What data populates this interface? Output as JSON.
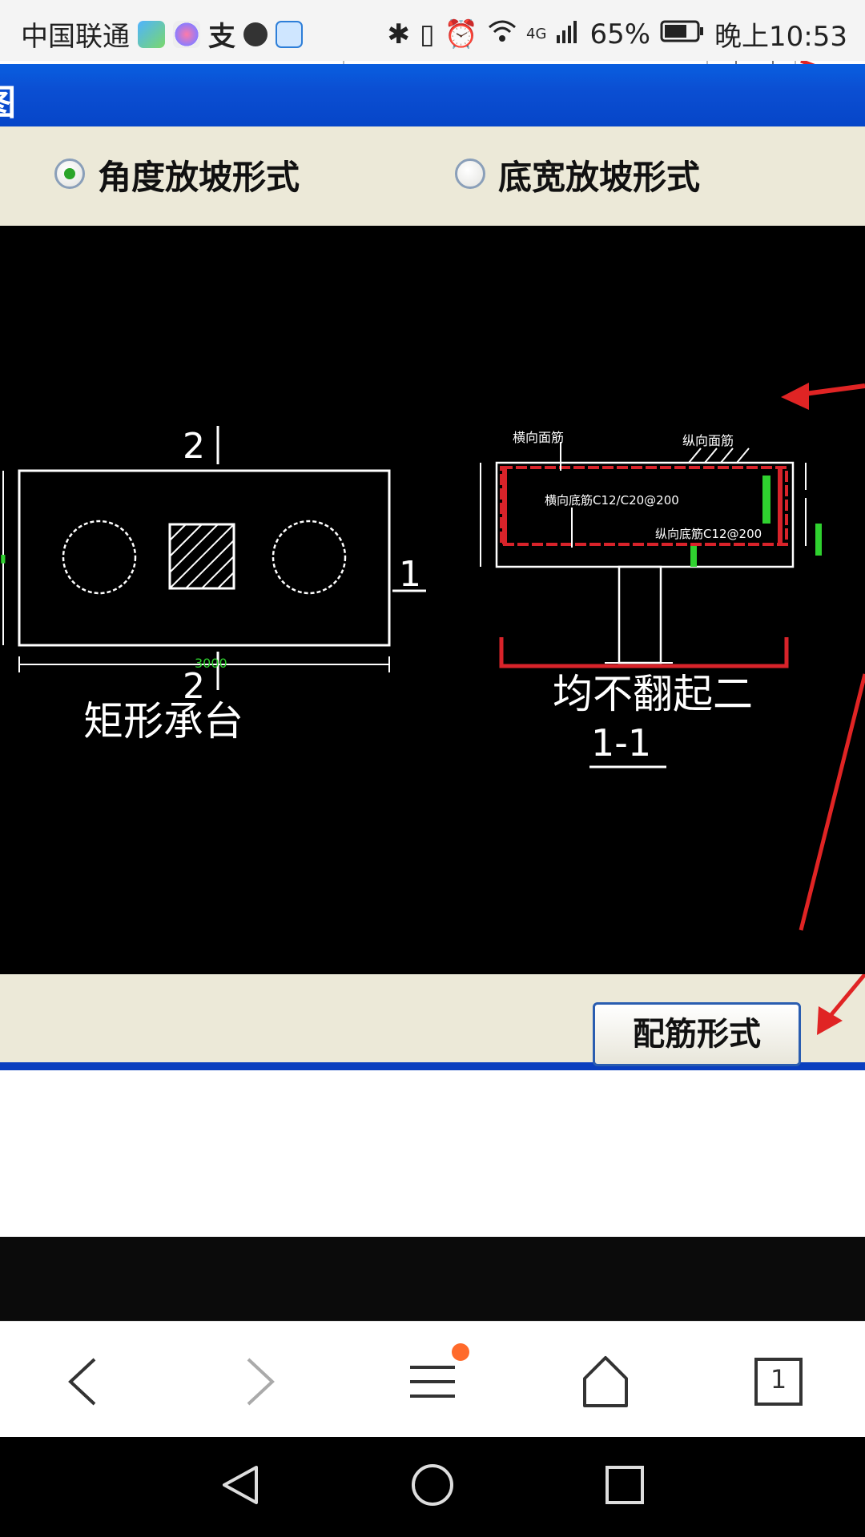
{
  "status_bar": {
    "carrier": "中国联通",
    "battery": "65%",
    "time": "晚上10:53",
    "network": "4G"
  },
  "dialog": {
    "title_fragment": "图",
    "radio_options": [
      {
        "label": "角度放坡形式",
        "selected": true
      },
      {
        "label": "底宽放坡形式",
        "selected": false
      }
    ],
    "drawing": {
      "left_section_mark_top": "2",
      "left_section_mark_bottom": "2",
      "left_side_mark": "1",
      "left_width_dim": "3000",
      "left_caption": "矩形承台",
      "right_caption": "均不翻起二",
      "right_section": "1-1",
      "right_labels": {
        "top_left": "横向面筋",
        "top_right": "纵向面筋",
        "middle": "横向底筋C12/C20@200",
        "bottom_right": "纵向底筋C12@200"
      }
    },
    "button_label": "配筋形式"
  },
  "browser_nav": {
    "tab_count": "1"
  },
  "colors": {
    "dialog_bg": "#ece9d8",
    "title_blue": "#0b4fd3",
    "cad_red": "#d8232a",
    "cad_green": "#2fd12f"
  }
}
